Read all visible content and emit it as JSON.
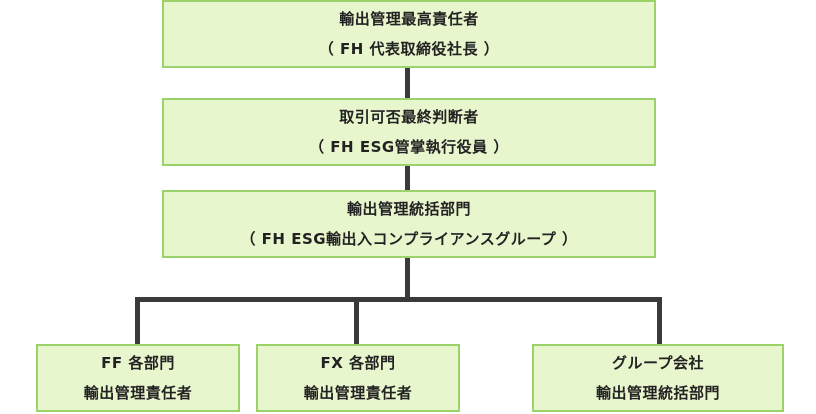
{
  "boxes": {
    "exec": {
      "line1": "輸出管理最高責任者",
      "line2": "（  FH 代表取締役社長  ）"
    },
    "judge": {
      "line1": "取引可否最終判断者",
      "line2": "（  FH ESG管掌執行役員  ）"
    },
    "dept": {
      "line1": "輸出管理統括部門",
      "line2": "（  FH ESG輸出入コンプライアンスグループ  ）"
    },
    "ff": {
      "line1": "FF 各部門",
      "line2": "輸出管理責任者"
    },
    "fx": {
      "line1": "FX 各部門",
      "line2": "輸出管理責任者"
    },
    "group": {
      "line1": "グループ会社",
      "line2": "輸出管理統括部門"
    }
  },
  "colors": {
    "box_fill": "#e8f6cd",
    "box_border": "#9cd26a",
    "connector": "#3a3a3a"
  }
}
